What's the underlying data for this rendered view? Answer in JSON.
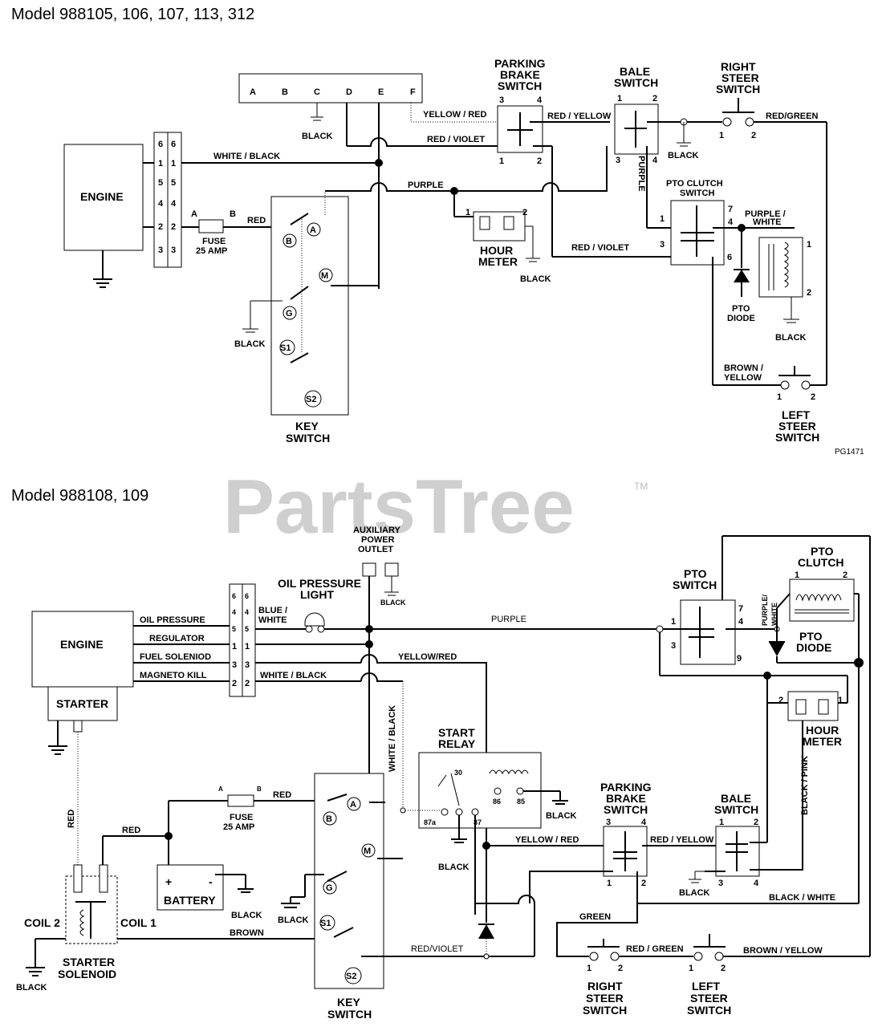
{
  "top": {
    "title": "Model 988105, 106, 107, 113, 312",
    "engine": "ENGINE",
    "connector_top_letters": [
      "A",
      "B",
      "C",
      "D",
      "E",
      "F"
    ],
    "connector_pins": [
      "6",
      "1",
      "5",
      "4",
      "2",
      "3"
    ],
    "fuse_label": "FUSE",
    "fuse_amp": "25 AMP",
    "fuse_a": "A",
    "fuse_b": "B",
    "key_terminals": [
      "B",
      "A",
      "M",
      "G",
      "S1",
      "S2"
    ],
    "key_switch": [
      "KEY",
      "SWITCH"
    ],
    "parking_brake": [
      "PARKING",
      "BRAKE",
      "SWITCH"
    ],
    "bale_switch": [
      "BALE",
      "SWITCH"
    ],
    "right_steer": [
      "RIGHT",
      "STEER",
      "SWITCH"
    ],
    "left_steer": [
      "LEFT",
      "STEER",
      "SWITCH"
    ],
    "pto_clutch_switch": [
      "PTO CLUTCH",
      "SWITCH"
    ],
    "pto_diode": [
      "PTO",
      "DIODE"
    ],
    "hour_meter": [
      "HOUR",
      "METER"
    ],
    "wires": {
      "white_black": "WHITE / BLACK",
      "red": "RED",
      "purple": "PURPLE",
      "yellow_red": "YELLOW / RED",
      "red_violet": "RED / VIOLET",
      "red_yellow": "RED / YELLOW",
      "red_green": "RED/GREEN",
      "purple_v": "PURPLE",
      "red_violet_2": "RED / VIOLET",
      "purple_white": [
        "PURPLE /",
        "WHITE"
      ],
      "brown_yellow": [
        "BROWN /",
        "YELLOW"
      ],
      "black": "BLACK"
    },
    "pin_numbers": {
      "p1": "1",
      "p2": "2",
      "p3": "3",
      "p4": "4",
      "p6": "6",
      "p7": "7"
    },
    "figure_code": "PG1471"
  },
  "bottom": {
    "title": "Model 988108, 109",
    "engine": "ENGINE",
    "starter": "STARTER",
    "engine_lines": [
      "OIL PRESSURE",
      "REGULATOR",
      "FUEL SOLENIOD",
      "MAGNETO KILL"
    ],
    "connector_pins": [
      "6",
      "4",
      "5",
      "1",
      "3",
      "2"
    ],
    "aux_outlet": [
      "AUXILIARY",
      "POWER",
      "OUTLET"
    ],
    "oil_light": [
      "OIL PRESSURE",
      "LIGHT"
    ],
    "fuse_label": "FUSE",
    "fuse_amp": "25 AMP",
    "fuse_a": "A",
    "fuse_b": "B",
    "battery": "BATTERY",
    "battery_plus": "+",
    "battery_minus": "-",
    "coil1": "COIL 1",
    "coil2": "COIL 2",
    "starter_solenoid": [
      "STARTER",
      "SOLENOID"
    ],
    "key_terminals": [
      "A",
      "B",
      "M",
      "G",
      "S1",
      "S2"
    ],
    "key_switch": [
      "KEY",
      "SWITCH"
    ],
    "start_relay": [
      "START",
      "RELAY"
    ],
    "relay_pins": [
      "30",
      "87a",
      "87",
      "86",
      "85"
    ],
    "parking_brake": [
      "PARKING",
      "BRAKE",
      "SWITCH"
    ],
    "bale_switch": [
      "BALE",
      "SWITCH"
    ],
    "pto_switch": [
      "PTO",
      "SWITCH"
    ],
    "pto_clutch": [
      "PTO",
      "CLUTCH"
    ],
    "pto_diode": [
      "PTO",
      "DIODE"
    ],
    "hour_meter": [
      "HOUR",
      "METER"
    ],
    "right_steer": [
      "RIGHT",
      "STEER",
      "SWITCH"
    ],
    "left_steer": [
      "LEFT",
      "STEER",
      "SWITCH"
    ],
    "wires": {
      "red": "RED",
      "red_v": "RED",
      "red2": "RED",
      "blue_white": [
        "BLUE /",
        "WHITE"
      ],
      "purple": "PURPLE",
      "yellow_red": "YELLOW/RED",
      "white_black": "WHITE / BLACK",
      "white_black_v": "WHITE / BLACK",
      "yellow_red_2": "YELLOW / RED",
      "red_yellow": "RED / YELLOW",
      "black_white": "BLACK / WHITE",
      "black_pink": "BLACK / PINK",
      "green": "GREEN",
      "red_green": "RED / GREEN",
      "brown_yellow": "BROWN / YELLOW",
      "red_violet": "RED/VIOLET",
      "brown": "BROWN",
      "purple_white": [
        "PURPLE/",
        "WHITE"
      ],
      "black": "BLACK"
    },
    "pin_numbers": {
      "p1": "1",
      "p2": "2",
      "p3": "3",
      "p4": "4",
      "p7": "7",
      "p9": "9"
    }
  },
  "watermark": "PartsTree",
  "trademark": "TM"
}
